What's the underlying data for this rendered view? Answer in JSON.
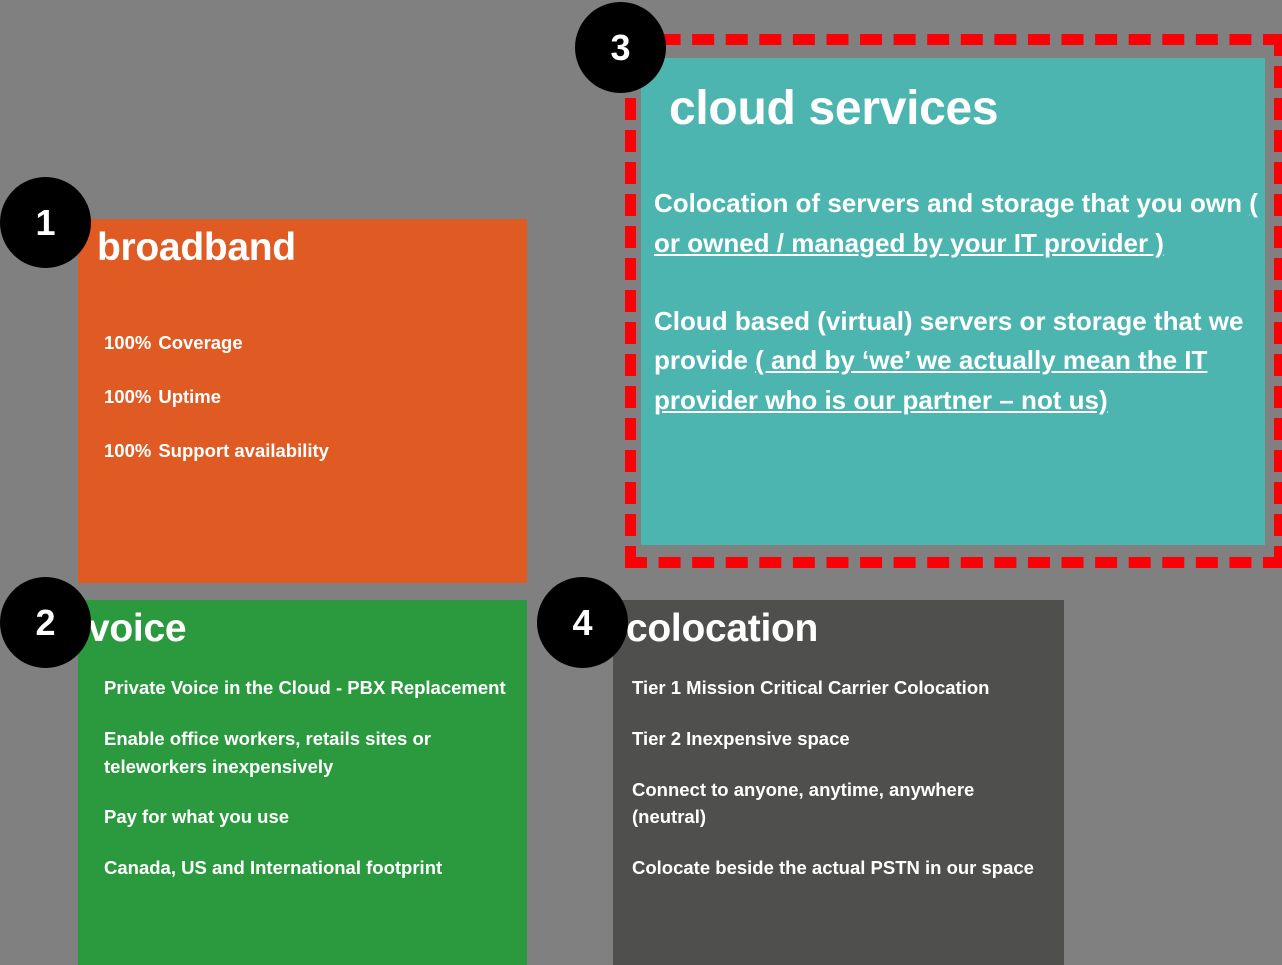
{
  "slide": {
    "background_color": "#808080",
    "panels": [
      {
        "id": "broadband",
        "number": "1",
        "title": "broadband",
        "accent_color": "#e05a24",
        "bullets": [
          {
            "pct": "100%",
            "text": "Coverage"
          },
          {
            "pct": "100%",
            "text": "Uptime"
          },
          {
            "pct": "100%",
            "text": "Support availability"
          }
        ]
      },
      {
        "id": "voice",
        "number": "2",
        "title": "voice",
        "accent_color": "#2b9a3e",
        "bullets": [
          "Private Voice in the Cloud -  PBX Replacement",
          "Enable office workers, retails sites or teleworkers inexpensively",
          "Pay for what you use",
          "Canada, US and International footprint"
        ]
      },
      {
        "id": "cloud-services",
        "number": "3",
        "title": "cloud services",
        "accent_color": "#4cb5b0",
        "highlight_border_color": "#fb0007",
        "paragraphs": [
          {
            "plain": "Colocation of servers and storage that you own ",
            "underlined": "( or owned / managed by your IT provider )"
          },
          {
            "plain": "Cloud based (virtual) servers or storage that we provide ",
            "underlined": "( and by ‘we’ we actually mean the IT provider who is our partner – not us)"
          }
        ]
      },
      {
        "id": "colocation",
        "number": "4",
        "title": "colocation",
        "accent_color": "#4f4f4d",
        "bullets": [
          "Tier 1 Mission Critical Carrier Colocation",
          "Tier 2 Inexpensive space",
          "Connect to anyone, anytime, anywhere (neutral)",
          "Colocate beside the actual PSTN in our space"
        ]
      }
    ]
  }
}
